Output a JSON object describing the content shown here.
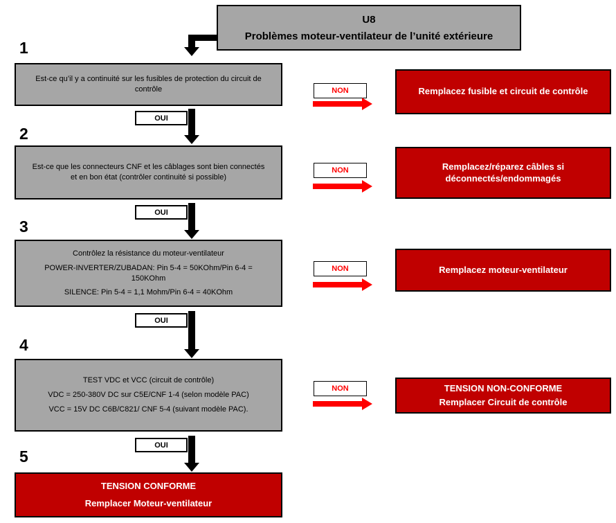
{
  "colors": {
    "question_box_fill": "#a6a6a6",
    "action_box_fill": "#c00000",
    "arrow_red": "#ff0000",
    "non_text": "#ff0000",
    "border": "#000000"
  },
  "title": {
    "code": "U8",
    "label": "Problèmes moteur-ventilateur de l’unité extérieure"
  },
  "labels": {
    "oui": "OUI",
    "non": "NON"
  },
  "steps": [
    {
      "number": "1",
      "question": [
        "Est-ce qu’il y a continuité sur les fusibles de protection du circuit de",
        "contrôle"
      ],
      "action": [
        "Remplacez fusible et circuit de contrôle"
      ]
    },
    {
      "number": "2",
      "question": [
        "Est-ce que les connecteurs CNF et les câblages sont bien connectés",
        "et en bon état (contrôler continuité si possible)"
      ],
      "action": [
        "Remplacez/réparez câbles si",
        "déconnectés/endommagés"
      ]
    },
    {
      "number": "3",
      "question": [
        "Contrôlez la résistance du moteur-ventilateur",
        "POWER-INVERTER/ZUBADAN: Pin 5-4 = 50KOhm/Pin 6-4 =",
        "150KOhm",
        "SILENCE: Pin 5-4 = 1,1 Mohm/Pin 6-4 = 40KOhm"
      ],
      "action": [
        "Remplacez moteur-ventilateur"
      ]
    },
    {
      "number": "4",
      "question": [
        "TEST  VDC et VCC (circuit de contrôle)",
        "VDC = 250-380V DC sur C5E/CNF 1-4 (selon modèle PAC)",
        "VCC = 15V DC C6B/C821/ CNF 5-4 (suivant modèle PAC)."
      ],
      "action": [
        "TENSION NON-CONFORME",
        "Remplacer Circuit de contrôle"
      ]
    },
    {
      "number": "5",
      "final": [
        "TENSION CONFORME",
        "Remplacer Moteur-ventilateur"
      ]
    }
  ]
}
